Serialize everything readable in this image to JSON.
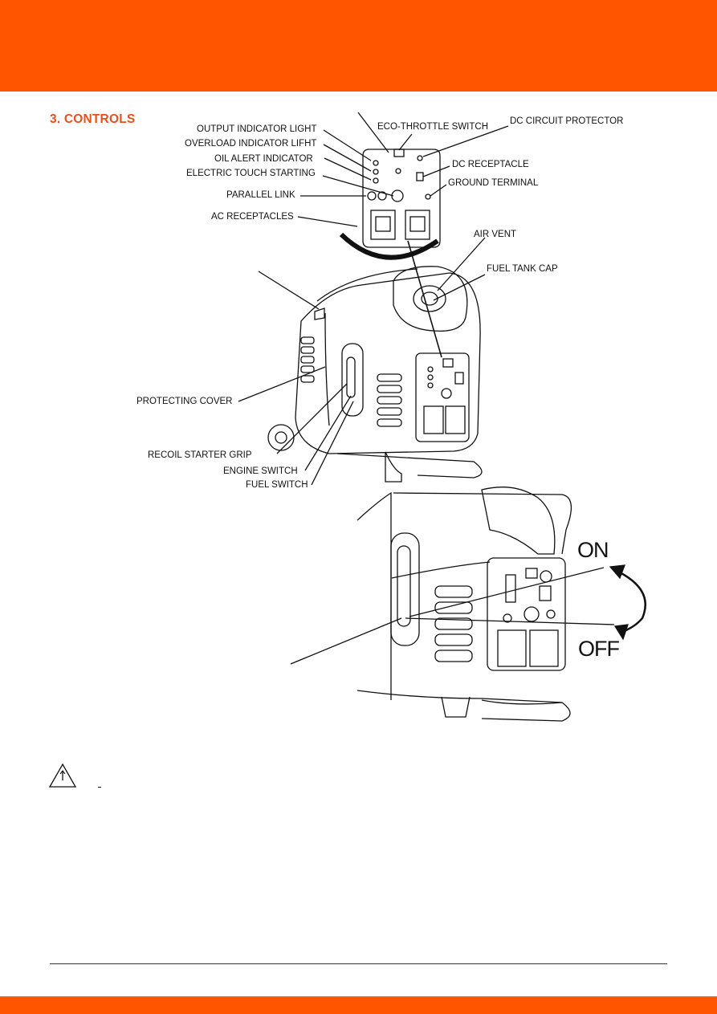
{
  "colors": {
    "brand": "#ff5500",
    "title": "#e8501e",
    "line": "#111111"
  },
  "section": {
    "title": "3. CONTROLS"
  },
  "labels": {
    "output_indicator": "OUTPUT INDICATOR LIGHT",
    "overload_indicator": "OVERLOAD INDICATOR LIFHT",
    "oil_alert": "OIL ALERT INDICATOR",
    "electric_start": "ELECTRIC TOUCH STARTING",
    "parallel_link": "PARALLEL LINK",
    "ac_receptacles": "AC RECEPTACLES",
    "eco_throttle": "ECO-THROTTLE SWITCH",
    "dc_protector": "DC CIRCUIT PROTECTOR",
    "dc_receptacle": "DC RECEPTACLE",
    "ground_terminal": "GROUND TERMINAL",
    "air_vent": "AIR VENT",
    "fuel_cap": "FUEL TANK CAP",
    "protecting_cover": "PROTECTING COVER",
    "recoil_grip": "RECOIL STARTER GRIP",
    "engine_switch": "ENGINE SWITCH",
    "fuel_switch": "FUEL SWITCH"
  },
  "switch_states": {
    "on": "ON",
    "off": "OFF"
  },
  "icons": {
    "warning": "warning-triangle-icon"
  }
}
